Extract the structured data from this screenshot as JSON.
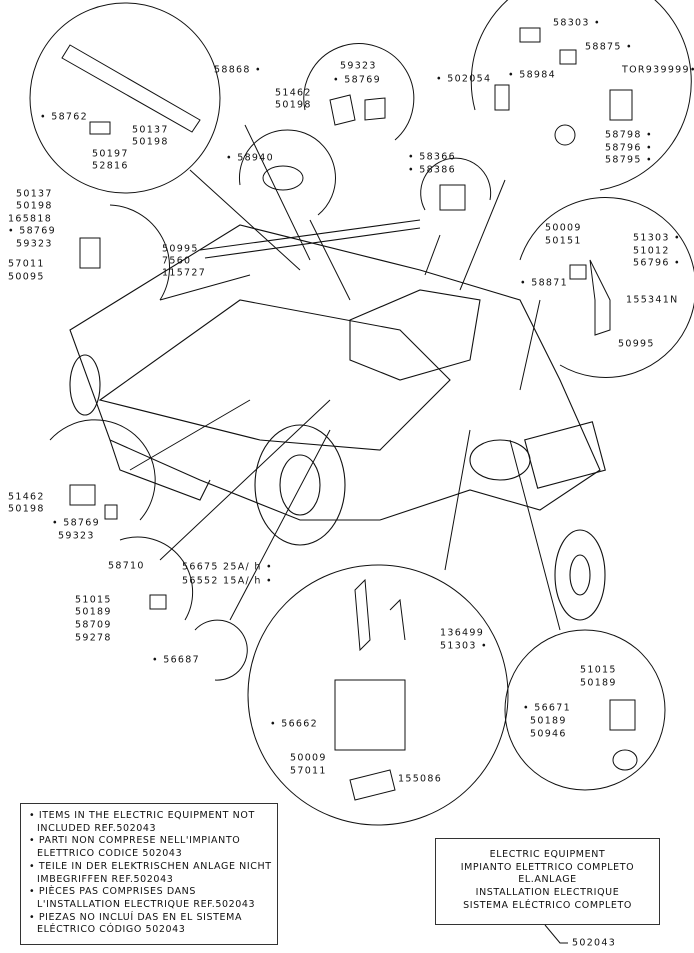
{
  "callouts": [
    "58868 •",
    "• 58762",
    "50137",
    "50198",
    "50197",
    "52816",
    "50137",
    "50198",
    "165818",
    "• 58769",
    "59323",
    "57011",
    "50095",
    "50995",
    "7560",
    "115727",
    "• 58940",
    "51462",
    "50198",
    "59323",
    "• 58769",
    "• 58366",
    "• 58386",
    "58303 •",
    "58875 •",
    "• 502054",
    "• 58984",
    "TOR939999•",
    "58798 •",
    "58796 •",
    "58795 •",
    "50009",
    "50151",
    "51303 •",
    "51012",
    "56796 •",
    "• 58871",
    "155341N",
    "50995",
    "51462",
    "50198",
    "• 58769",
    "59323",
    "58710",
    "56675 25A/ h •",
    "56552 15A/ h •",
    "51015",
    "50189",
    "58709",
    "59278",
    "• 56687",
    "136499",
    "51303 •",
    "• 56662",
    "50009",
    "57011",
    "155086",
    "51015",
    "50189",
    "• 56671",
    "50189",
    "50946"
  ],
  "notes": [
    "• ITEMS IN THE ELECTRIC EQUIPMENT NOT INCLUDED REF.502043",
    "• PARTI NON COMPRESE NELL'IMPIANTO ELETTRICO CODICE 502043",
    "• TEILE IN DER ELEKTRISCHEN ANLAGE NICHT IMBEGRIFFEN REF.502043",
    "• PIÈCES PAS COMPRISES DANS L'INSTALLATION ELECTRIQUE REF.502043",
    "• PIEZAS NO INCLUÍ DAS EN EL SISTEMA ELÉCTRICO CÓDIGO 502043"
  ],
  "equipment": {
    "lines": [
      "ELECTRIC EQUIPMENT",
      "IMPIANTO ELETTRICO COMPLETO",
      "EL.ANLAGE",
      "INSTALLATION ELECTRIQUE",
      "SISTEMA ELÉCTRICO COMPLETO"
    ],
    "ref": "502043"
  }
}
